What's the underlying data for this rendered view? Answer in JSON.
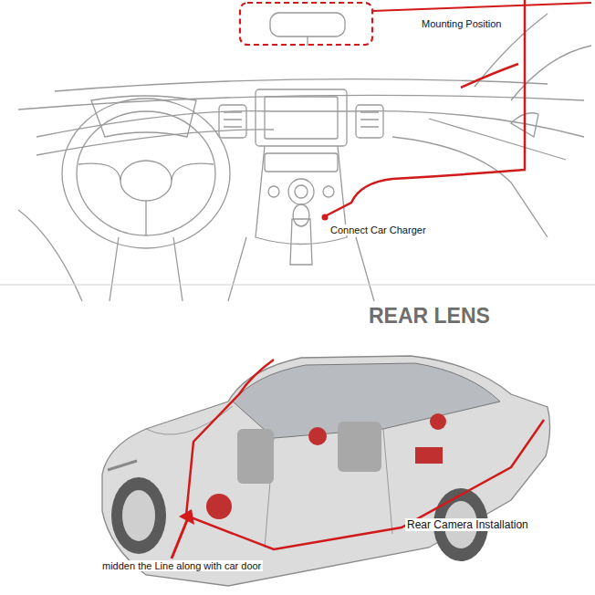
{
  "diagram": {
    "title": "REAR LENS",
    "labels": [
      "Mounting Position",
      "Connect Car Charger",
      "Rear Camera Installation",
      "midden the Line along with car door"
    ]
  }
}
